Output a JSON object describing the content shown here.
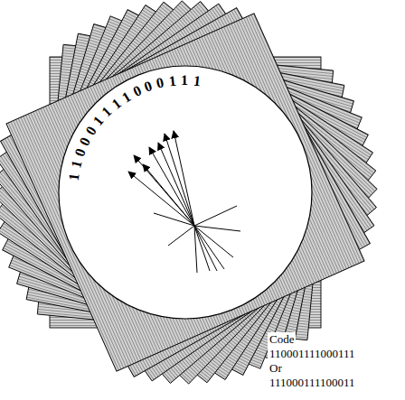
{
  "diagram": {
    "labels": [
      "110001111000111",
      "Code",
      "110001111000111",
      "Or",
      "111000111100011"
    ]
  }
}
